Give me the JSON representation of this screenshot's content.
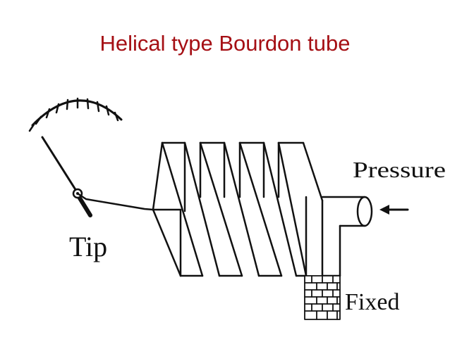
{
  "slide": {
    "title": "Helical type Bourdon tube",
    "title_color": "#a50f14"
  },
  "diagram": {
    "labels": {
      "tip": "Tip",
      "pressure": "Pressure",
      "fixed": "Fixed"
    },
    "colors": {
      "ink": "#111111",
      "brick": "#ffffff"
    }
  }
}
